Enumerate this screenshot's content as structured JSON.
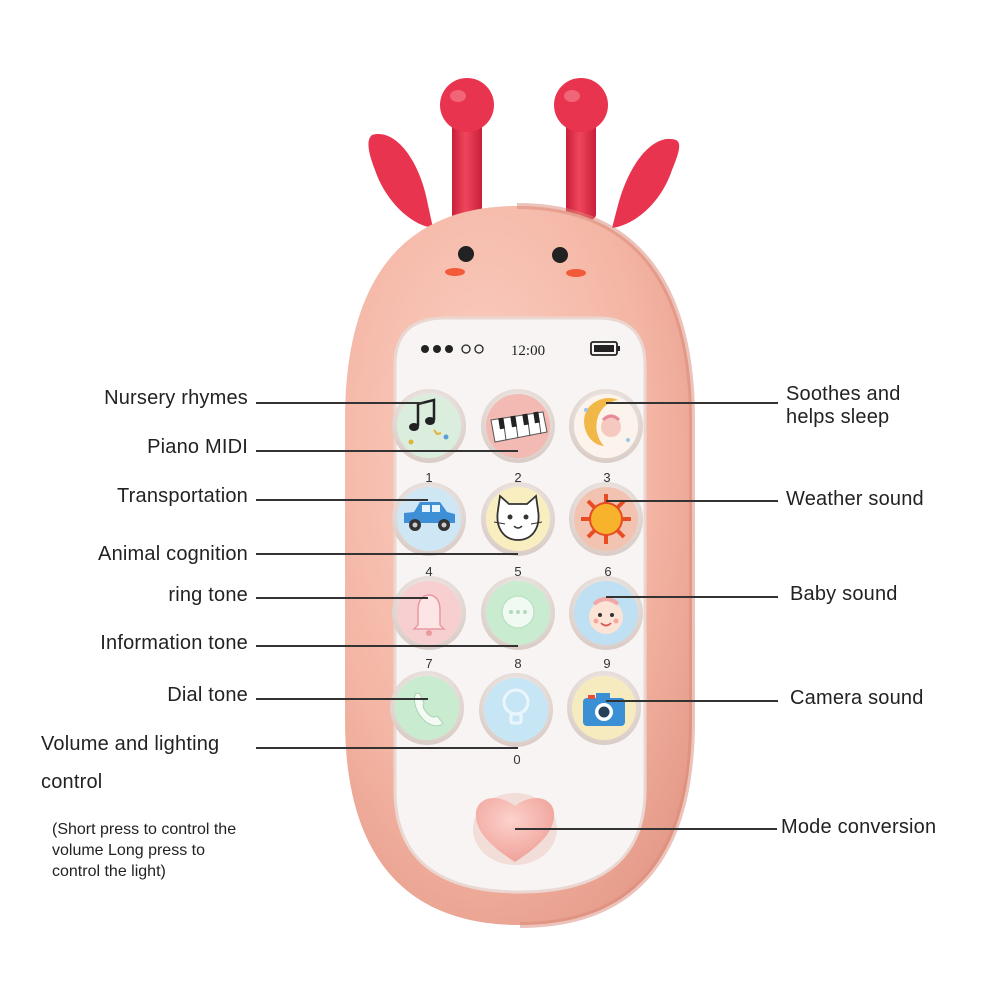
{
  "status_bar": {
    "time": "12:00"
  },
  "keys": [
    {
      "number": "1",
      "icon": "music-notes-icon"
    },
    {
      "number": "2",
      "icon": "piano-keys-icon"
    },
    {
      "number": "3",
      "icon": "sleeping-baby-moon-icon"
    },
    {
      "number": "4",
      "icon": "car-icon"
    },
    {
      "number": "5",
      "icon": "cat-face-icon"
    },
    {
      "number": "6",
      "icon": "sun-icon"
    },
    {
      "number": "7",
      "icon": "bell-icon"
    },
    {
      "number": "8",
      "icon": "chat-bubble-icon"
    },
    {
      "number": "9",
      "icon": "baby-face-icon"
    },
    {
      "number": "",
      "icon": "phone-handset-icon"
    },
    {
      "number": "0",
      "icon": "lightbulb-icon"
    },
    {
      "number": "",
      "icon": "camera-icon"
    }
  ],
  "left_labels": [
    "Nursery rhymes",
    "Piano MIDI",
    "Transportation",
    "Animal cognition",
    "ring tone",
    "Information tone",
    "Dial tone",
    "Volume and lighting",
    "control"
  ],
  "left_note": [
    "(Short press to control the",
    "volume Long press to",
    "control the light)"
  ],
  "right_labels": [
    "Soothes and",
    "helps sleep",
    "Weather sound",
    "Baby sound",
    "Camera sound",
    "Mode conversion"
  ],
  "colors": {
    "body": "#f4b6a6",
    "body_shade": "#e89d8c",
    "antenna": "#e8344f",
    "screen": "#f7f4f3",
    "heart_button": "#f6b3ad"
  }
}
